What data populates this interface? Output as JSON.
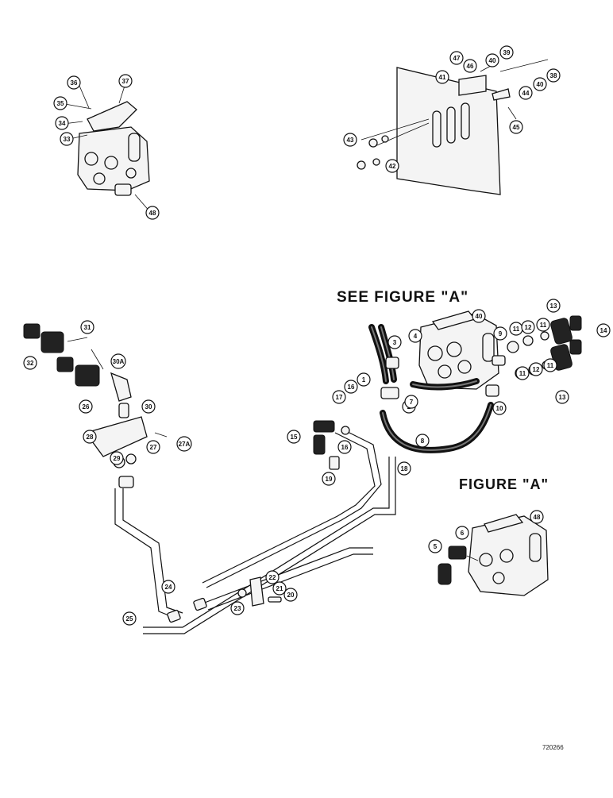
{
  "labels": {
    "see_figure": "SEE FIGURE \"A\"",
    "figure": "FIGURE \"A\"",
    "doc_number": "720266"
  },
  "callouts": [
    "36",
    "37",
    "35",
    "34",
    "33",
    "48",
    "47",
    "46",
    "41",
    "40",
    "39",
    "38",
    "40",
    "44",
    "45",
    "43",
    "42",
    "31",
    "32",
    "30A",
    "26",
    "30",
    "28",
    "27",
    "27A",
    "29",
    "40",
    "3",
    "4",
    "9",
    "11",
    "12",
    "11",
    "13",
    "14",
    "1",
    "16",
    "2",
    "7",
    "10",
    "13",
    "11",
    "12",
    "11",
    "17",
    "15",
    "16",
    "8",
    "18",
    "19",
    "24",
    "25",
    "22",
    "23",
    "21",
    "20",
    "48",
    "6",
    "5"
  ]
}
